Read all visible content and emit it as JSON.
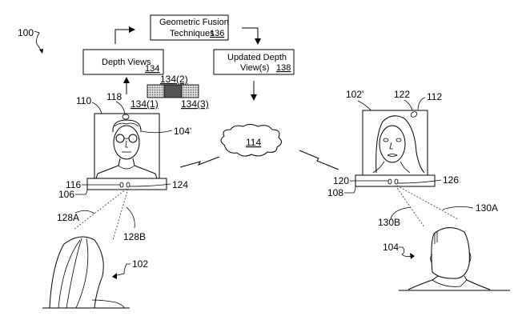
{
  "figure": {
    "system_ref": "100",
    "boxes": {
      "depth_views": {
        "text": "Depth Views",
        "ref": "134"
      },
      "fusion": {
        "line1": "Geometric Fusion",
        "line2": "Techniques",
        "ref": "136"
      },
      "updated": {
        "line1": "Updated Depth",
        "line2": "View(s)",
        "ref": "138"
      }
    },
    "depth_view_thumbs": {
      "ref1": "134(1)",
      "ref2": "134(2)",
      "ref3": "134(3)"
    },
    "network_ref": "114",
    "left_device": {
      "device_ref": "106",
      "display_ref": "110",
      "camera_indicator_ref": "118",
      "remote_user_image_ref": "104'",
      "camera_left_ref": "116",
      "camera_right_ref": "124",
      "fov_a": "128A",
      "fov_b": "128B",
      "user_ref": "102"
    },
    "right_device": {
      "device_ref": "108",
      "display_ref": "112",
      "camera_indicator_ref": "122",
      "remote_user_image_ref": "102'",
      "camera_left_ref": "120",
      "camera_right_ref": "126",
      "fov_a": "130A",
      "fov_b": "130B",
      "user_ref": "104"
    }
  }
}
